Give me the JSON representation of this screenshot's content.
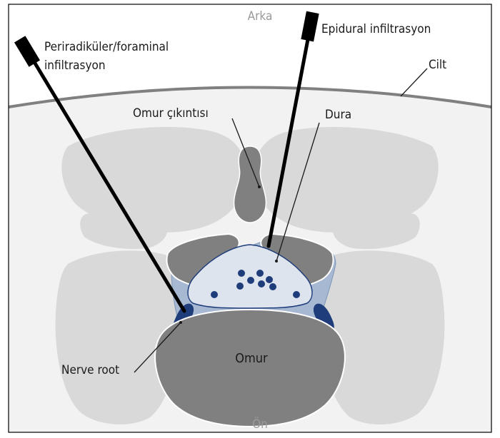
{
  "labels": {
    "top": "Arka",
    "bottom": "Ön",
    "skin": "Cilt",
    "spinous_process": "Omur çıkıntısı",
    "dura": "Dura",
    "epidural": "Epidural infiltrasyon",
    "periradicular_line1": "Periradiküler/foraminal",
    "periradicular_line2": "infiltrasyon",
    "nerve_root": "Nerve root",
    "vertebra": "Omur"
  },
  "colors": {
    "skin_line": "#808080",
    "tissue": "#f2f2f2",
    "bone_light": "#d9d9d9",
    "bone_dark": "#808080",
    "epidural_fat": "#a6b8d2",
    "dural_sac": "#dde4ee",
    "nerve": "#1f3d7a",
    "needle": "#000000"
  }
}
